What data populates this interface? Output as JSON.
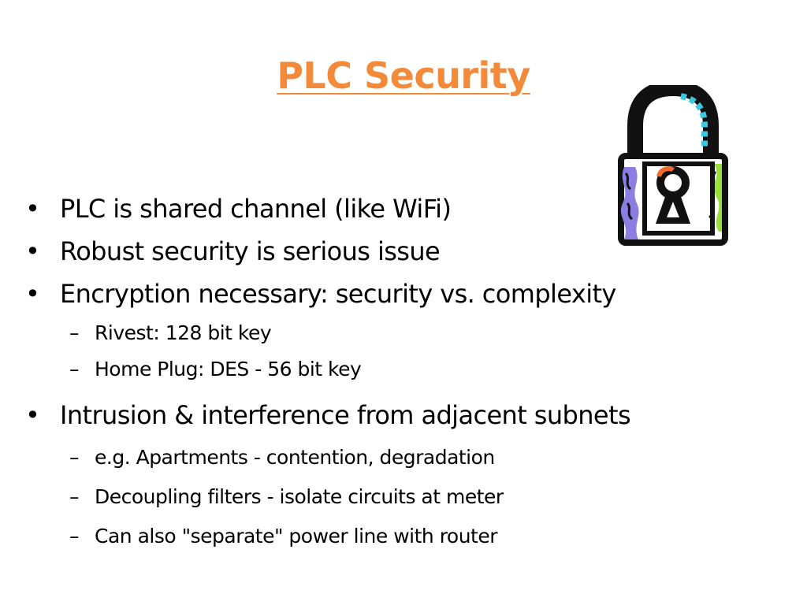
{
  "slide": {
    "title": "PLC Security",
    "title_color": "#f28a3a",
    "bullet_marker": "•",
    "dash_marker": "–"
  },
  "items": [
    {
      "level": 1,
      "text": "PLC is shared channel (like WiFi)"
    },
    {
      "level": 1,
      "text": "Robust security is serious issue"
    },
    {
      "level": 1,
      "text": "Encryption necessary: security vs. complexity"
    },
    {
      "level": 2,
      "text": "Rivest: 128 bit key"
    },
    {
      "level": 2,
      "text": "Home Plug: DES - 56 bit key"
    },
    {
      "level": 1,
      "text": "Intrusion & interference from adjacent subnets"
    },
    {
      "level": 2,
      "text": "e.g. Apartments - contention, degradation"
    },
    {
      "level": 2,
      "text": "Decoupling filters - isolate circuits at meter"
    },
    {
      "level": 2,
      "text": "Can also \"separate\" power line with router"
    }
  ],
  "clipart": {
    "icon": "padlock-icon",
    "colors": {
      "outline": "#111111",
      "shackle_accent": "#3cc6e0",
      "body_left": "#8a7fe0",
      "body_right": "#9be03a",
      "keyhole_accent": "#f06a2a"
    }
  }
}
